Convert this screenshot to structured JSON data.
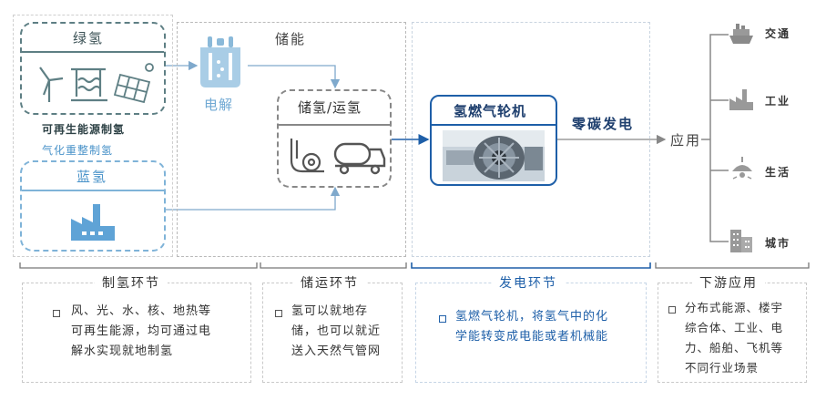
{
  "stages": {
    "green_h2": "绿氢",
    "renewable_label": "可再生能源制氢",
    "reforming_label": "气化重整制氢",
    "blue_h2": "蓝氢",
    "electrolysis": "电解",
    "storage_title": "储能",
    "storage_transport": "储氢/运氢",
    "turbine": "氢燃气轮机",
    "zero_carbon": "零碳发电",
    "application": "应用"
  },
  "applications": [
    {
      "label": "交通",
      "icon": "ship-icon"
    },
    {
      "label": "工业",
      "icon": "factory-icon"
    },
    {
      "label": "生活",
      "icon": "lamp-icon"
    },
    {
      "label": "城市",
      "icon": "building-icon"
    }
  ],
  "sections": [
    {
      "title": "制氢环节",
      "text": "风、光、水、核、地热等\n可再生能源，均可通过电\n解水实现就地制氢"
    },
    {
      "title": "储运环节",
      "text": "氢可以就地存\n储，也可以就近\n送入天然气管网"
    },
    {
      "title": "发电环节",
      "text": "氢燃气轮机，将氢气中的化\n学能转变成电能或者机械能"
    },
    {
      "title": "下游应用",
      "text": "分布式能源、楼宇\n综合体、工业、电\n力、船舶、飞机等\n不同行业场景"
    }
  ],
  "colors": {
    "accent": "#1e5fa8",
    "light_blue": "#4a93c9",
    "teal_gray": "#6f8f94",
    "gray": "#888888"
  }
}
